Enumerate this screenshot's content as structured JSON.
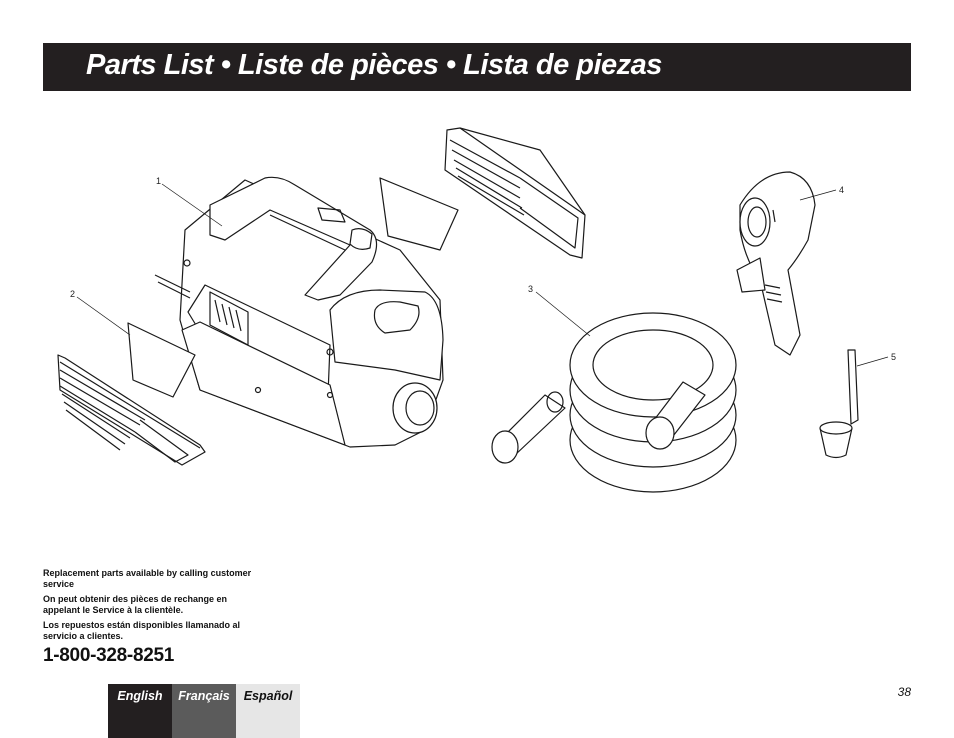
{
  "header": {
    "title": "Parts List • Liste de pièces • Lista de piezas"
  },
  "callouts": {
    "c1": "1",
    "c2": "2",
    "c3": "3",
    "c4": "4",
    "c5": "5"
  },
  "notes": {
    "en": "Replacement parts available by calling customer service",
    "fr": "On peut obtenir des pièces de rechange en appelant le Service à la clientèle.",
    "es": "Los repuestos están disponibles llamanado al servicio a clientes."
  },
  "phone": "1-800-328-8251",
  "language_tabs": {
    "english": "English",
    "francais": "Français",
    "espanol": "Español"
  },
  "page_number": "38"
}
